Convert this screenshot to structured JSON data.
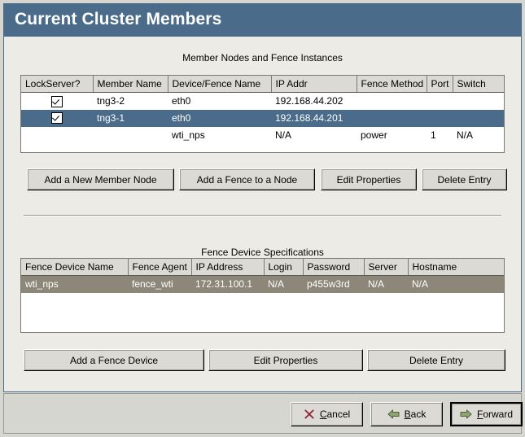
{
  "window": {
    "title": "Current Cluster Members"
  },
  "member_section": {
    "title": "Member Nodes and Fence Instances",
    "columns": [
      "LockServer?",
      "Member Name",
      "Device/Fence Name",
      "IP Addr",
      "Fence Method",
      "Port",
      "Switch"
    ],
    "rows": [
      {
        "selected": false,
        "lockserver_checked": true,
        "member_name": "tng3-2",
        "device_fence_name": "eth0",
        "ip_addr": "192.168.44.202",
        "fence_method": "",
        "port": "",
        "switch": ""
      },
      {
        "selected": true,
        "lockserver_checked": true,
        "member_name": "tng3-1",
        "device_fence_name": "eth0",
        "ip_addr": "192.168.44.201",
        "fence_method": "",
        "port": "",
        "switch": ""
      },
      {
        "selected": false,
        "lockserver_checked": false,
        "member_name": "",
        "device_fence_name": "wti_nps",
        "ip_addr": "N/A",
        "fence_method": "power",
        "port": "1",
        "switch": "N/A"
      }
    ],
    "buttons": {
      "add_member": "Add a New Member Node",
      "add_fence": "Add a Fence to a Node",
      "edit_properties": "Edit Properties",
      "delete_entry": "Delete Entry"
    }
  },
  "fence_section": {
    "title": "Fence Device Specifications",
    "columns": [
      "Fence Device Name",
      "Fence Agent",
      "IP Address",
      "Login",
      "Password",
      "Server",
      "Hostname"
    ],
    "rows": [
      {
        "selected": true,
        "fence_device_name": "wti_nps",
        "fence_agent": "fence_wti",
        "ip_address": "172.31.100.1",
        "login": "N/A",
        "password": "p455w3rd",
        "server": "N/A",
        "hostname": "N/A"
      }
    ],
    "buttons": {
      "add_fence_device": "Add a Fence Device",
      "edit_properties": "Edit Properties",
      "delete_entry": "Delete Entry"
    }
  },
  "navigation": {
    "cancel": {
      "label_pre": "",
      "mnemonic": "C",
      "label_post": "ancel",
      "icon": "cancel-x-icon",
      "color": "#8b2b3a"
    },
    "back": {
      "label_pre": "",
      "mnemonic": "B",
      "label_post": "ack",
      "icon": "arrow-left-icon",
      "color": "#7f9a62"
    },
    "forward": {
      "label_pre": "",
      "mnemonic": "F",
      "label_post": "orward",
      "icon": "arrow-right-icon",
      "color": "#7f9a62"
    }
  },
  "colors": {
    "titlebar": "#4a6b8a",
    "panel_bg": "#edebe6",
    "selection_blue": "#4a6b8a",
    "selection_gray": "#8c8778",
    "button_face": "#dcdad5",
    "window_bg": "#d6d6d1"
  }
}
